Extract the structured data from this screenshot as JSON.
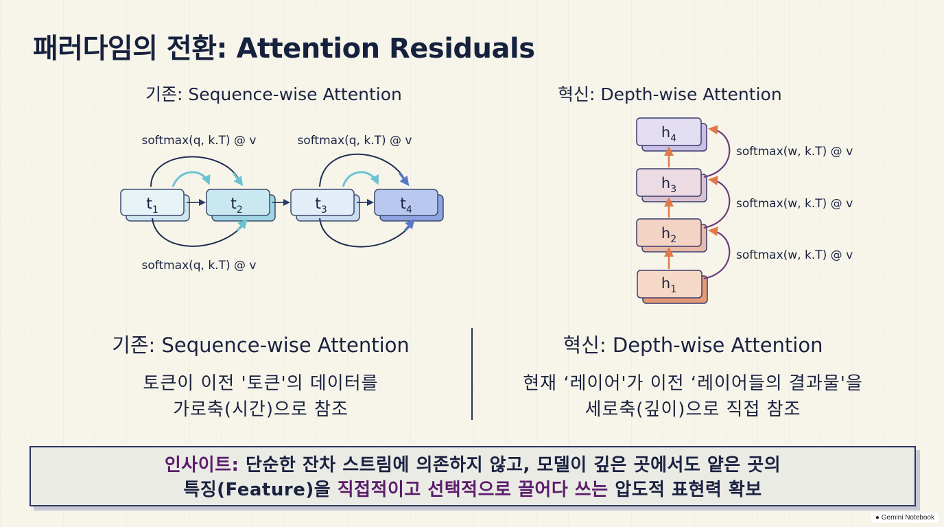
{
  "title": "패러다임의 전환: Attention Residuals",
  "left": {
    "heading": "기존: Sequence-wise Attention",
    "top_label_1": "softmax(q, k.T) @ v",
    "top_label_2": "softmax(q, k.T) @ v",
    "bottom_label": "softmax(q, k.T) @ v",
    "tokens": [
      {
        "base": "t",
        "sub": "1"
      },
      {
        "base": "t",
        "sub": "2"
      },
      {
        "base": "t",
        "sub": "3"
      },
      {
        "base": "t",
        "sub": "4"
      }
    ]
  },
  "right": {
    "heading": "혁신: Depth-wise Attention",
    "layers": [
      {
        "base": "h",
        "sub": "4"
      },
      {
        "base": "h",
        "sub": "3"
      },
      {
        "base": "h",
        "sub": "2"
      },
      {
        "base": "h",
        "sub": "1"
      }
    ],
    "edge_labels": [
      "softmax(w, k.T) @ v",
      "softmax(w, k.T) @ v",
      "softmax(w, k.T) @ v"
    ]
  },
  "captions": {
    "left_title": "기존: Sequence-wise Attention",
    "left_line1": "토큰이 이전 '토큰'의 데이터를",
    "left_line2": "가로축(시간)으로 참조",
    "right_title": "혁신: Depth-wise Attention",
    "right_line1": "현재 ‘레이어'가 이전 ‘레이어들의 결과물'을",
    "right_line2": "세로축(깊이)으로 직접 참조"
  },
  "insight": {
    "label": "인사이트:",
    "line1_rest": " 단순한 잔차 스트림에 의존하지 않고, 모델이 깊은 곳에서도 얕은 곳의",
    "line2_pre": "특징(Feature)을 ",
    "line2_highlight": "직접적이고 선택적으로 끌어다 쓰는",
    "line2_post": " 압도적 표현력 확보"
  },
  "badge": "Gemini Notebook",
  "colors": {
    "title": "#16213e",
    "insight_accent": "#5b1c6b",
    "token_fill": "#d8ecf5",
    "token_stroke": "#3a4a6e",
    "layer_top": "#d9d2ec",
    "layer_bottom": "#f5d6c2",
    "arrow_orange": "#e07a4a",
    "arc_purple": "#6a3d7a"
  }
}
